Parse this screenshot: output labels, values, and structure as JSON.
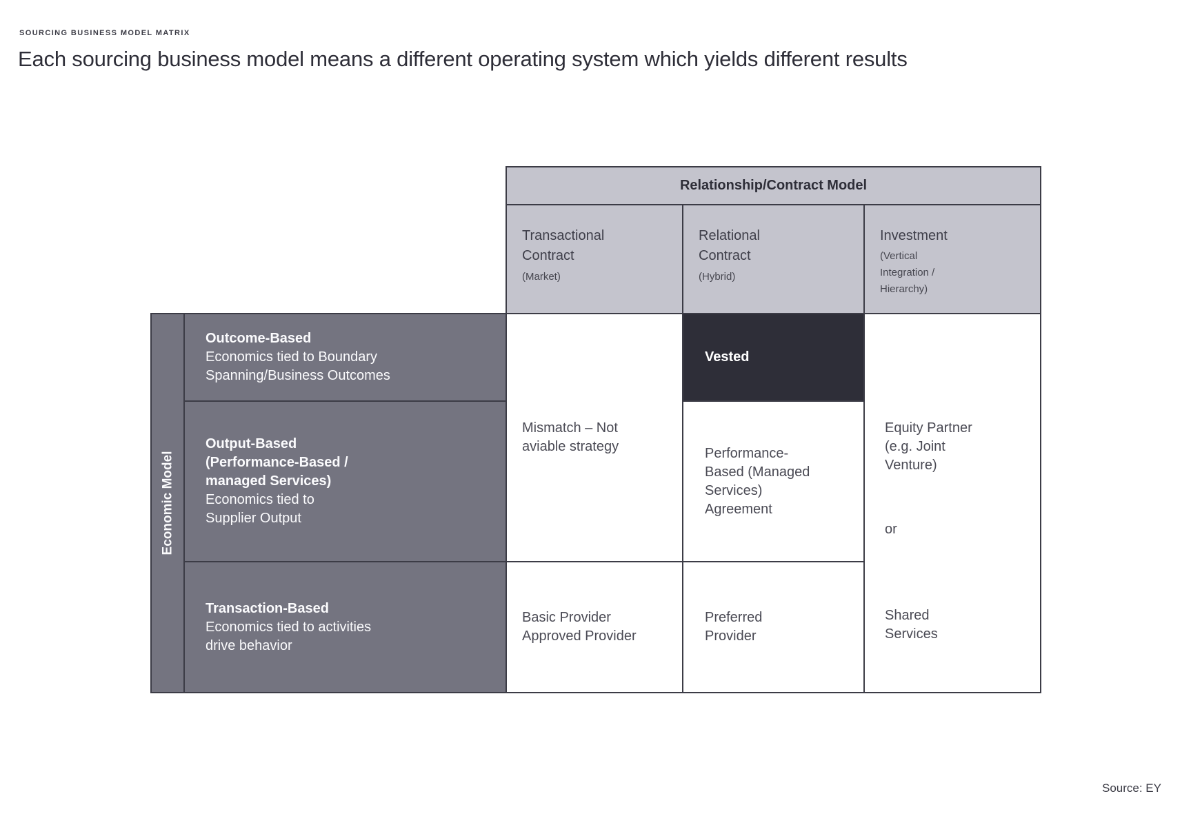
{
  "page": {
    "kicker": "SOURCING BUSINESS MODEL MATRIX",
    "title": "Each sourcing business model means a different operating system which yields different results",
    "source": "Source: EY"
  },
  "matrix": {
    "column_axis": {
      "title": "Relationship/Contract Model",
      "columns": [
        {
          "label": "Transactional\nContract",
          "sublabel": "(Market)"
        },
        {
          "label": "Relational\nContract",
          "sublabel": "(Hybrid)"
        },
        {
          "label": "Investment",
          "sublabel": "(Vertical\nIntegration /\nHierarchy)"
        }
      ]
    },
    "row_axis": {
      "title": "Economic Model",
      "rows": [
        {
          "label": "Outcome-Based",
          "desc": "Economics tied to Boundary\nSpanning/Business Outcomes"
        },
        {
          "label": "Output-Based\n(Performance-Based /\nmanaged Services)",
          "desc": "Economics tied to\nSupplier Output"
        },
        {
          "label": "Transaction-Based",
          "desc": "Economics tied to activities\ndrive behavior"
        }
      ]
    },
    "cells": {
      "mismatch": "Mismatch – Not\naviable strategy",
      "vested": "Vested",
      "performance_based": "Performance-\nBased (Managed\nServices)\nAgreement",
      "equity_partner": "Equity Partner\n(e.g. Joint\nVenture)",
      "or_label": "or",
      "shared_services": "Shared\nServices",
      "basic_provider": "Basic Provider\nApproved Provider",
      "preferred_provider": "Preferred\nProvider"
    },
    "colors": {
      "header_gray": "#c4c4cd",
      "row_gray": "#747480",
      "highlight_dark": "#2e2e38",
      "line": "#3c3c46"
    }
  }
}
